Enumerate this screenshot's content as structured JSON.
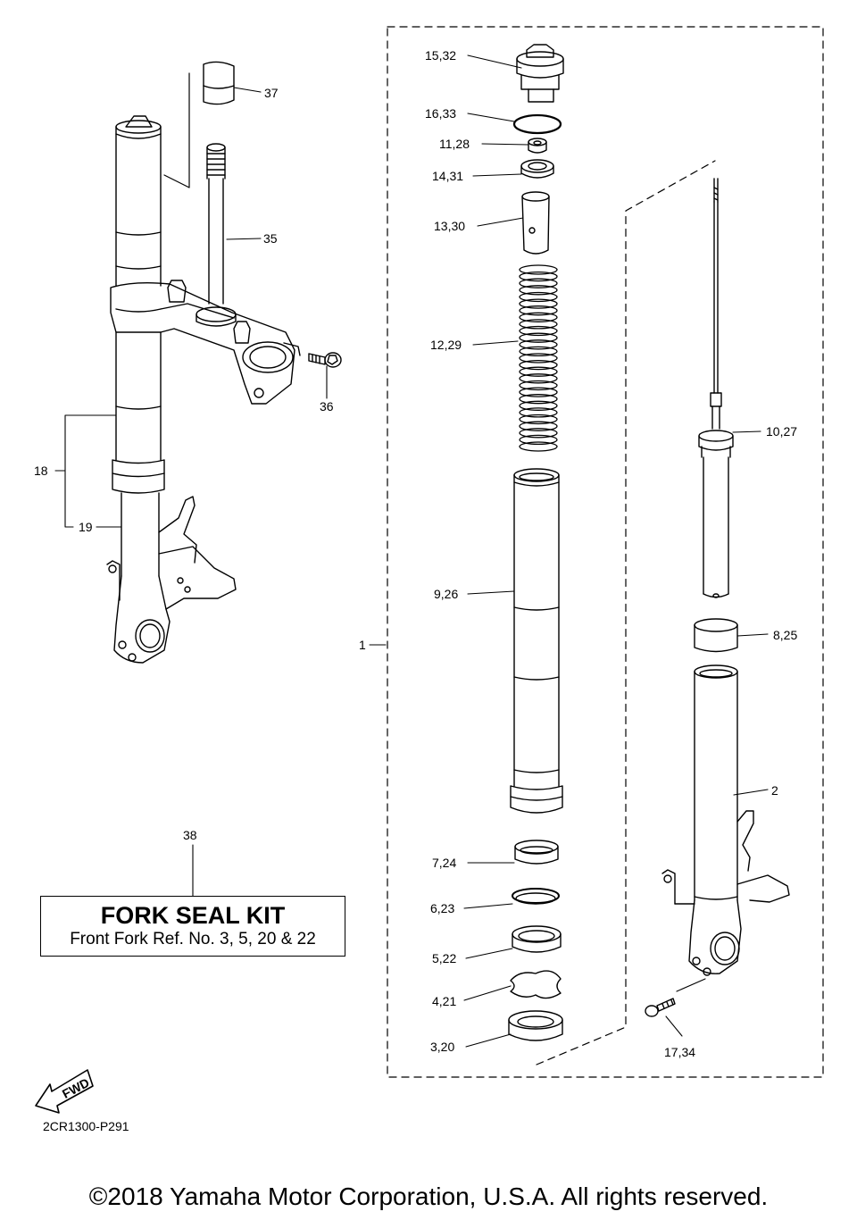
{
  "diagram_code": "2CR1300-P291",
  "copyright": "©2018 Yamaha Motor Corporation, U.S.A. All rights reserved.",
  "kit": {
    "ref": "38",
    "title": "FORK SEAL KIT",
    "subtitle": "Front Fork Ref. No. 3, 5, 20 & 22"
  },
  "fwd_label": "FWD",
  "callouts": {
    "c1": "1",
    "c2": "2",
    "c3_20": "3,20",
    "c4_21": "4,21",
    "c5_22": "5,22",
    "c6_23": "6,23",
    "c7_24": "7,24",
    "c8_25": "8,25",
    "c9_26": "9,26",
    "c10_27": "10,27",
    "c11_28": "11,28",
    "c12_29": "12,29",
    "c13_30": "13,30",
    "c14_31": "14,31",
    "c15_32": "15,32",
    "c16_33": "16,33",
    "c17_34": "17,34",
    "c18": "18",
    "c19": "19",
    "c35": "35",
    "c36": "36",
    "c37": "37"
  }
}
